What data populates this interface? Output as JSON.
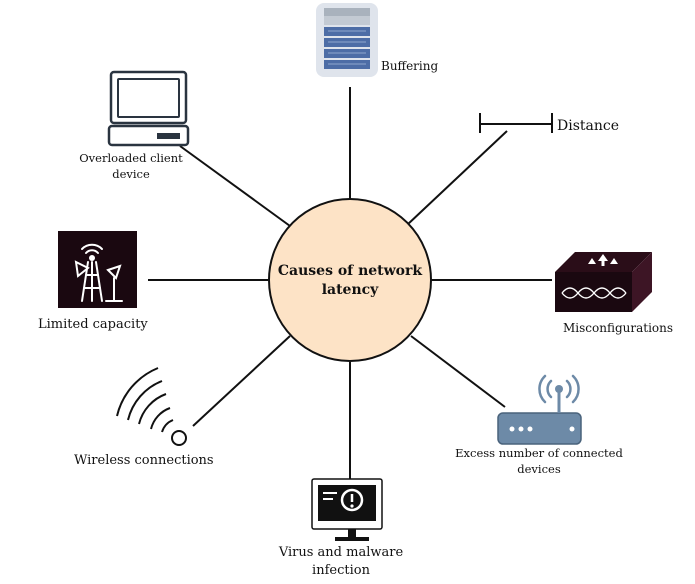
{
  "diagram": {
    "center_label_line1": "Causes of network",
    "center_label_line2": "latency",
    "causes": {
      "buffering": "Buffering",
      "distance": "Distance",
      "misconfigurations": "Misconfigurations",
      "excess_devices_line1": "Excess number of connected",
      "excess_devices_line2": "devices",
      "virus_line1": "Virus and malware",
      "virus_line2": "infection",
      "wireless": "Wireless connections",
      "limited_capacity": "Limited capacity",
      "overloaded_line1": "Overloaded client",
      "overloaded_line2": "device"
    },
    "icons": [
      "server-stack-icon",
      "ruler-icon",
      "network-switch-icon",
      "wifi-router-icon",
      "infected-monitor-icon",
      "wireless-signal-icon",
      "antenna-tower-icon",
      "computer-terminal-icon"
    ],
    "colors": {
      "hub_fill": "#fde3c6",
      "line": "#111111",
      "dark_tile": "#1a0810",
      "router": "#6d8aa7"
    }
  }
}
